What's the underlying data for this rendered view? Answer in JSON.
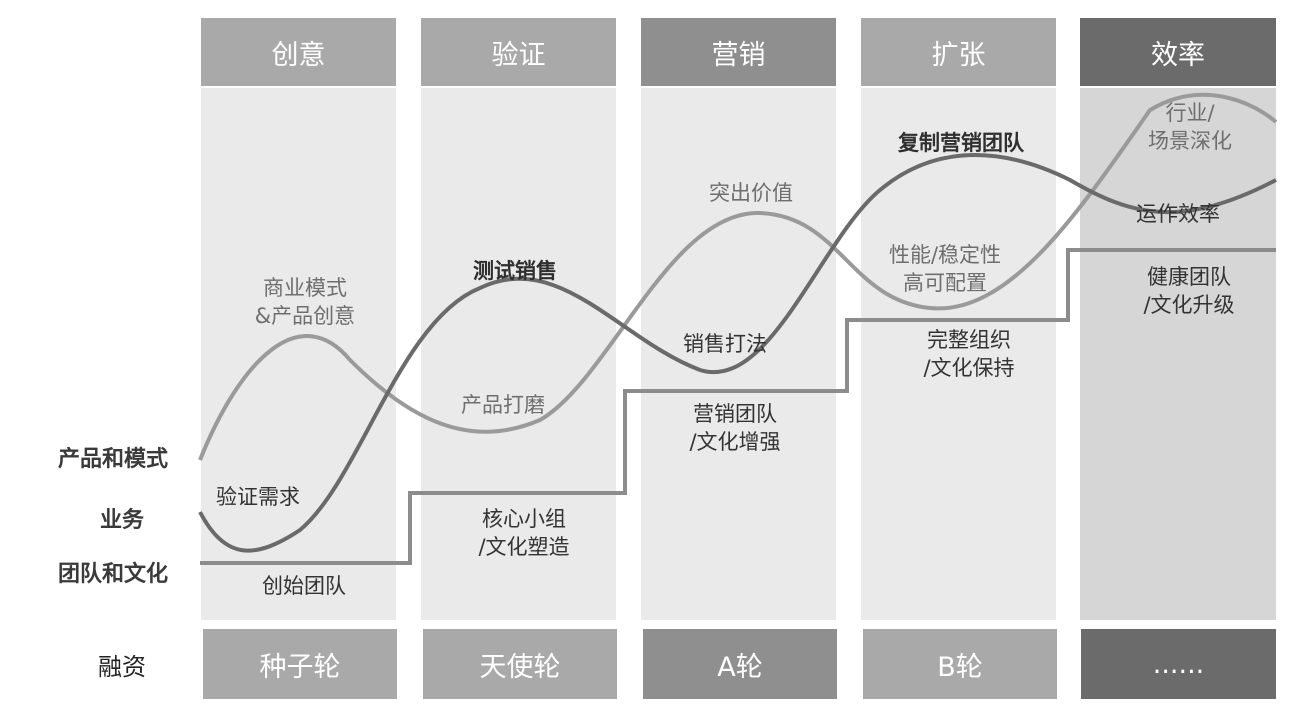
{
  "colors": {
    "column_bg": "#eaeaea",
    "column_bg_last": "#d6d6d6",
    "header": "#a9a9a9",
    "header_mid": "#8f8f8f",
    "header_last": "#6b6b6b",
    "curve_product": "#9a9a9a",
    "curve_business": "#6a6a6a",
    "team_step": "#8c8c8c"
  },
  "stages": [
    {
      "label": "创意",
      "funding": "种子轮"
    },
    {
      "label": "验证",
      "funding": "天使轮"
    },
    {
      "label": "营销",
      "funding": "A轮"
    },
    {
      "label": "扩张",
      "funding": "B轮"
    },
    {
      "label": "效率",
      "funding": "......"
    }
  ],
  "rows": {
    "product": "产品和模式",
    "business": "业务",
    "team": "团队和文化",
    "funding": "融资"
  },
  "annotations": {
    "s1_product": "商业模式\n&产品创意",
    "s1_business": "验证需求",
    "s1_team": "创始团队",
    "s2_business": "测试销售",
    "s2_product": "产品打磨",
    "s2_team": "核心小组\n/文化塑造",
    "s3_product": "突出价值",
    "s3_business": "销售打法",
    "s3_team": "营销团队\n/文化增强",
    "s4_business": "复制营销团队",
    "s4_product": "性能/稳定性\n高可配置",
    "s4_team": "完整组织\n/文化保持",
    "s5_product": "行业/\n场景深化",
    "s5_business": "运作效率",
    "s5_team": "健康团队\n/文化升级"
  }
}
